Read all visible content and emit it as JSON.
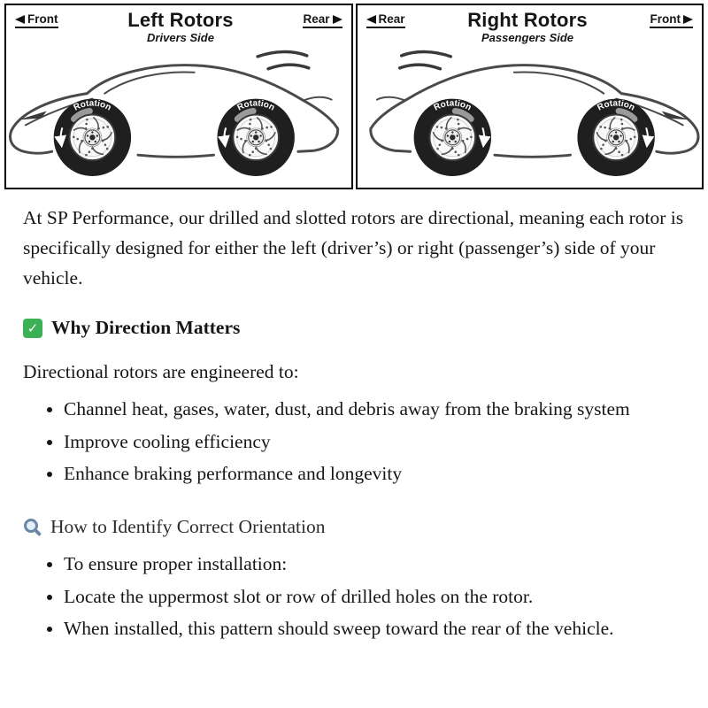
{
  "diagram": {
    "panels": [
      {
        "dir_left": "Front",
        "title": "Left Rotors",
        "dir_right": "Rear",
        "subtitle": "Drivers Side",
        "rotation_label": "Rotation"
      },
      {
        "dir_left": "Rear",
        "title": "Right Rotors",
        "dir_right": "Front",
        "subtitle": "Passengers Side",
        "rotation_label": "Rotation"
      }
    ]
  },
  "article": {
    "intro": "At SP Performance, our drilled and slotted rotors are directional, meaning each rotor is specifically designed for either the left (driver’s) or right (passenger’s) side of your vehicle.",
    "section1": {
      "icon": "check-icon",
      "icon_glyph": "✓",
      "heading": "Why Direction Matters",
      "lead": "Directional rotors are engineered to:",
      "bullets": [
        "Channel heat, gases, water, dust, and debris away from the braking system",
        "Improve cooling efficiency",
        "Enhance braking performance and longevity"
      ]
    },
    "section2": {
      "icon": "magnifier-icon",
      "heading": "How to Identify Correct Orientation",
      "bullets": [
        "To ensure proper installation:",
        "Locate the uppermost slot or row of drilled holes on the rotor.",
        "When installed, this pattern should sweep toward the rear of the vehicle."
      ]
    }
  }
}
